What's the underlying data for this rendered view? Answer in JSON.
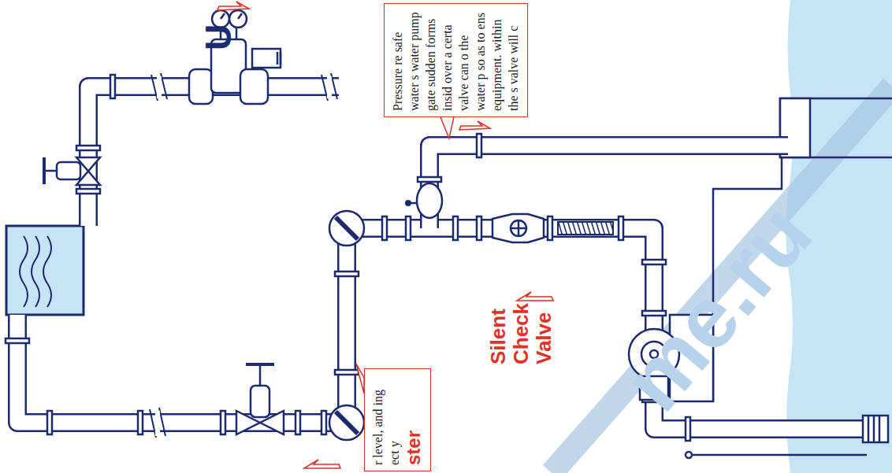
{
  "diagram": {
    "nodes": [
      {
        "text": [
          "Pressure re safe water s water pump gate sudden forms insid over a certa valve can o the water p so as to ens equipment. within the s valve will c"
        ]
      },
      {
        "text": [
          "r level, and ing ect y",
          "ster"
        ]
      }
    ],
    "labels": [
      "U",
      "Silent Check Valve",
      "me.ru"
    ]
  }
}
